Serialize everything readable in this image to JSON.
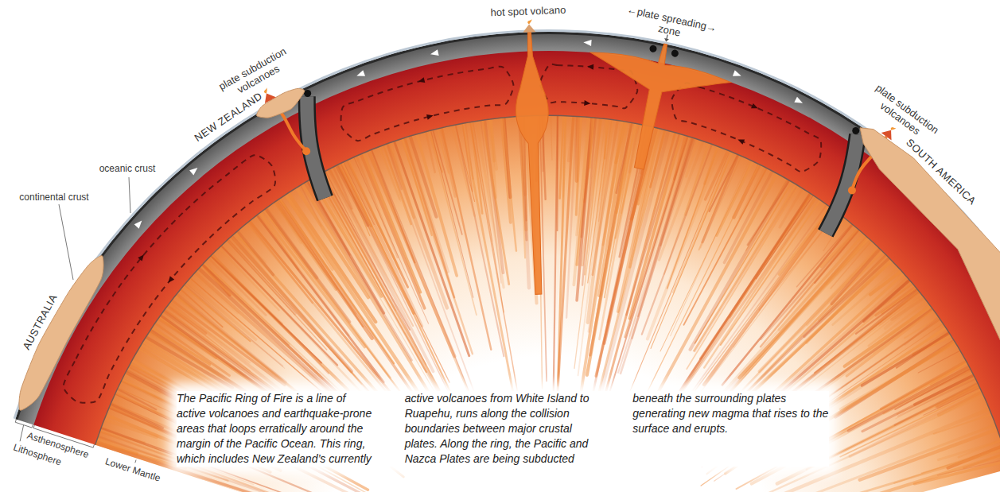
{
  "diagram": {
    "caption": "The Pacific Ring of Fire is a line of active volcanoes and earthquake-prone areas that loops erratically around the margin of the Pacific Ocean. This ring, which includes New Zealand’s currently active volcanoes from White Island to Ruapehu, runs along the collision boundaries between major crustal plates. Along the ring, the Pacific and Nazca Plates are being subducted beneath the surrounding plates generating new magma that rises to the surface and erupts.",
    "labels": [
      "hot spot volcano",
      "←plate spreading→ zone",
      "plate subduction volcanoes",
      "NEW ZEALAND",
      "plate subduction volcanoes",
      "SOUTH AMERICA",
      "oceanic crust",
      "continental crust",
      "AUSTRALIA",
      "Asthenosphere",
      "Lithosphere",
      "Lower Mantle"
    ]
  }
}
